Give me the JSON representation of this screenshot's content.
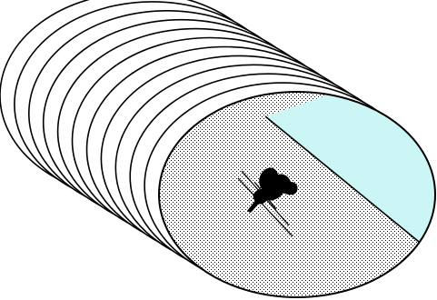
{
  "figure": {
    "layer_count": 11,
    "colors": {
      "background": "#ffffff",
      "outline": "#000000",
      "face_fill": "#ffffff",
      "stipple_dot": "#000000",
      "segment_fill": "#ccf6f6",
      "feature": "#000000"
    },
    "layers_name": "stacked-disc-layer",
    "front_disc_name": "front-disc",
    "segment_name": "cyan-segment",
    "feature_name": "central-feature"
  }
}
